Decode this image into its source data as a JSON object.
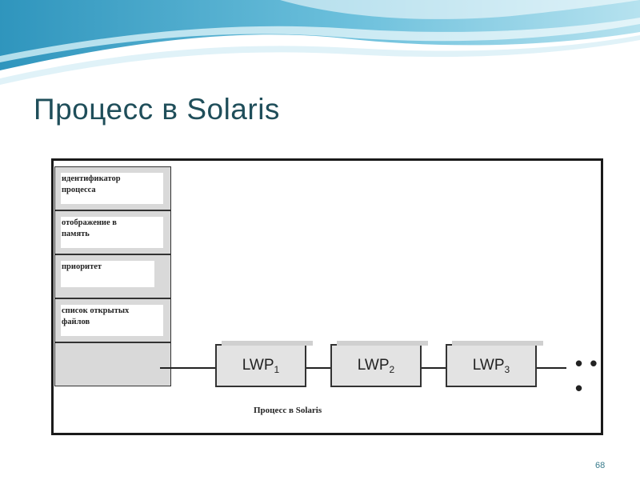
{
  "slide": {
    "title": "Процесс в Solaris",
    "page_number": "68"
  },
  "diagram": {
    "pcb_fields": [
      {
        "label": "идентификатор процесса"
      },
      {
        "label": "отображение в память"
      },
      {
        "label": "приоритет"
      },
      {
        "label": "список открытых файлов"
      },
      {
        "label": ""
      }
    ],
    "lwps": [
      {
        "name": "LWP",
        "index": "1"
      },
      {
        "name": "LWP",
        "index": "2"
      },
      {
        "name": "LWP",
        "index": "3"
      }
    ],
    "continuation": "• • •",
    "caption": "Процесс в Solaris"
  },
  "colors": {
    "title": "#1f4e5a",
    "wave_dark": "#4aa8c8",
    "wave_light": "#a8dcec",
    "cell_fill": "#d9d9d9",
    "lwp_fill": "#e3e3e3"
  }
}
